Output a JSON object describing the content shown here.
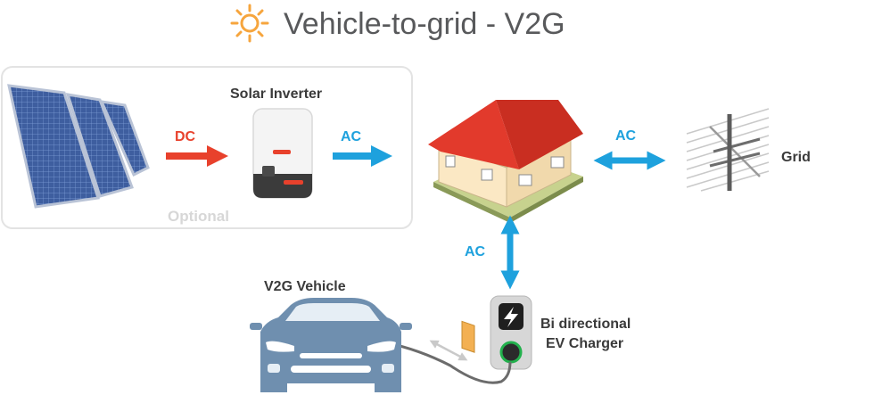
{
  "title": "Vehicle-to-grid - V2G",
  "optional_box": {
    "label": "Optional"
  },
  "labels": {
    "solar_inverter": "Solar Inverter",
    "dc": "DC",
    "ac_inverter_to_house": "AC",
    "ac_house_to_grid": "AC",
    "ac_house_to_charger": "AC",
    "grid": "Grid",
    "vehicle": "V2G Vehicle",
    "charger_line1": "Bi directional",
    "charger_line2": "EV Charger"
  },
  "colors": {
    "title_text": "#58595b",
    "dc_arrow": "#e8412c",
    "ac_arrow": "#1ea1dd",
    "sun": "#f6a53d",
    "roof": "#e23a2c",
    "house_wall": "#fbe8c4",
    "door": "#f3b052",
    "lawn": "#c7d28e",
    "car_body": "#6f8faf",
    "panel": "#3e5e9f",
    "charger_body": "#d7d7d7",
    "charger_ring": "#23b14d"
  },
  "icons": {
    "sun": "sun-icon",
    "solar_panel": "solar-panel-icon",
    "inverter": "inverter-icon",
    "house": "house-icon",
    "grid": "power-pylon-icon",
    "vehicle": "car-icon",
    "charger": "ev-charger-icon"
  }
}
